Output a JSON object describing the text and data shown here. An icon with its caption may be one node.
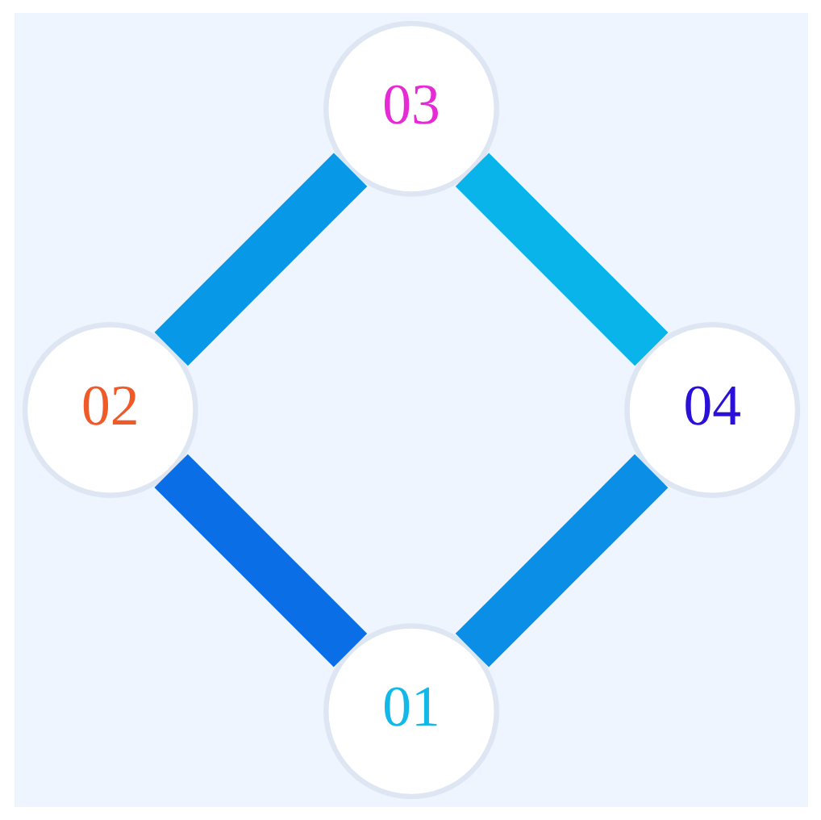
{
  "diagram": {
    "nodes": [
      {
        "text": [
          "01"
        ]
      },
      {
        "text": [
          "02"
        ]
      },
      {
        "text": [
          "03"
        ]
      },
      {
        "text": [
          "04"
        ]
      }
    ],
    "edges": [
      {
        "from": 0,
        "to": 1,
        "arrow": "none"
      },
      {
        "from": 1,
        "to": 2,
        "arrow": "none"
      },
      {
        "from": 2,
        "to": 3,
        "arrow": "none"
      },
      {
        "from": 3,
        "to": 0,
        "arrow": "none"
      }
    ]
  }
}
